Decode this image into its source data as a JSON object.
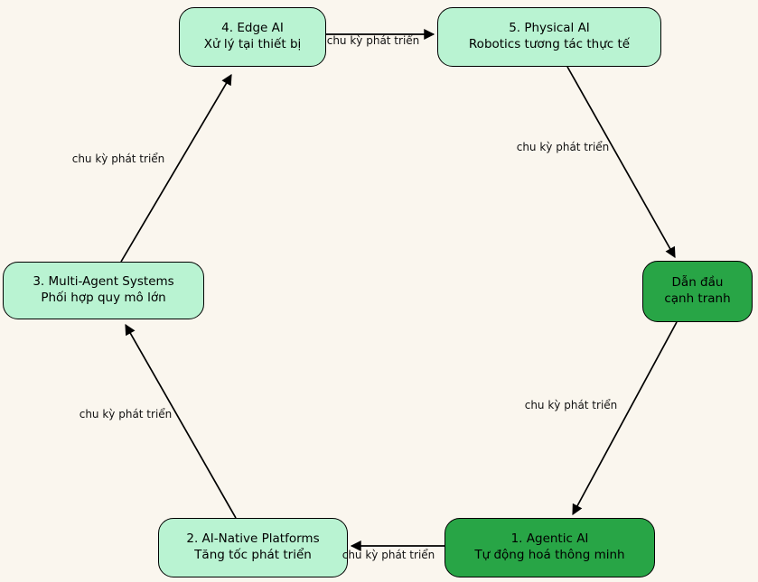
{
  "diagram": {
    "background_color": "#faf6ee",
    "node_fill_light": "#b9f3d2",
    "node_fill_dark": "#28a546",
    "node_border_color": "#000000",
    "edge_color": "#000000",
    "nodes": [
      {
        "id": "agentic-ai",
        "line1": "1. Agentic AI",
        "line2": "Tự động hoá thông minh",
        "emphasis": "dark"
      },
      {
        "id": "ai-native-platforms",
        "line1": "2. AI-Native Platforms",
        "line2": "Tăng tốc phát triển",
        "emphasis": "light"
      },
      {
        "id": "multi-agent-systems",
        "line1": "3. Multi-Agent Systems",
        "line2": "Phối hợp quy mô lớn",
        "emphasis": "light"
      },
      {
        "id": "edge-ai",
        "line1": "4. Edge AI",
        "line2": "Xử lý tại thiết bị",
        "emphasis": "light"
      },
      {
        "id": "physical-ai",
        "line1": "5. Physical AI",
        "line2": "Robotics tương tác thực tế",
        "emphasis": "light"
      },
      {
        "id": "competitive-lead",
        "line1": "Dẫn đầu",
        "line2": "cạnh tranh",
        "emphasis": "dark"
      }
    ],
    "edges": [
      {
        "from": "edge-ai",
        "to": "physical-ai",
        "label": "chu kỳ phát triển"
      },
      {
        "from": "physical-ai",
        "to": "competitive-lead",
        "label": "chu kỳ phát triển"
      },
      {
        "from": "competitive-lead",
        "to": "agentic-ai",
        "label": "chu kỳ phát triển"
      },
      {
        "from": "agentic-ai",
        "to": "ai-native-platforms",
        "label": "chu kỳ phát triển"
      },
      {
        "from": "ai-native-platforms",
        "to": "multi-agent-systems",
        "label": "chu kỳ phát triển"
      },
      {
        "from": "multi-agent-systems",
        "to": "edge-ai",
        "label": "chu kỳ phát triển"
      }
    ]
  }
}
